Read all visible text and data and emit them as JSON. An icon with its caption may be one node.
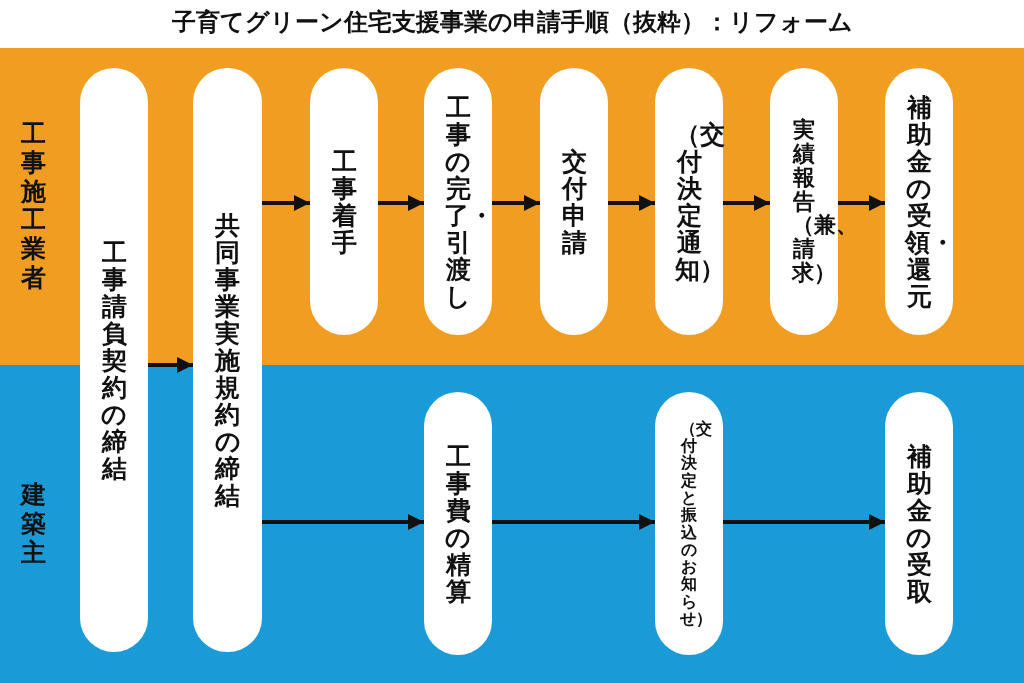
{
  "diagram": {
    "title": "子育てグリーン住宅支援事業の申請手順（抜粋）：リフォーム",
    "nodes": [
      {
        "text": [
          "工事施工業者"
        ]
      },
      {
        "text": [
          "建築主"
        ]
      },
      {
        "text": [
          "工事請負契約の締結"
        ]
      },
      {
        "text": [
          "共同事業実施規約の締結"
        ]
      },
      {
        "text": [
          "工事着手"
        ],
        "in": 0
      },
      {
        "text": [
          "工事の完了・引渡し"
        ],
        "in": 0
      },
      {
        "text": [
          "交付申請"
        ],
        "in": 0
      },
      {
        "text": [
          "（交付決定通知）"
        ],
        "in": 0
      },
      {
        "text": [
          "実績報告（兼、請求）"
        ],
        "in": 0
      },
      {
        "text": [
          "補助金の受領・還元"
        ],
        "in": 0
      },
      {
        "text": [
          "工事費の精算"
        ],
        "in": 1
      },
      {
        "text": [
          "（交付決定と振込のお知らせ）"
        ],
        "in": 1
      },
      {
        "text": [
          "補助金の受取"
        ],
        "in": 1
      }
    ],
    "edges": [
      {
        "from": 2,
        "to": 3,
        "arrow": "to"
      },
      {
        "from": 3,
        "to": 4,
        "arrow": "to"
      },
      {
        "from": 4,
        "to": 5,
        "arrow": "to"
      },
      {
        "from": 5,
        "to": 6,
        "arrow": "to"
      },
      {
        "from": 6,
        "to": 7,
        "arrow": "to"
      },
      {
        "from": 7,
        "to": 8,
        "arrow": "to"
      },
      {
        "from": 8,
        "to": 9,
        "arrow": "to"
      },
      {
        "from": 3,
        "to": 10,
        "arrow": "to"
      },
      {
        "from": 10,
        "to": 11,
        "arrow": "to"
      },
      {
        "from": 11,
        "to": 12,
        "arrow": "to"
      }
    ]
  }
}
